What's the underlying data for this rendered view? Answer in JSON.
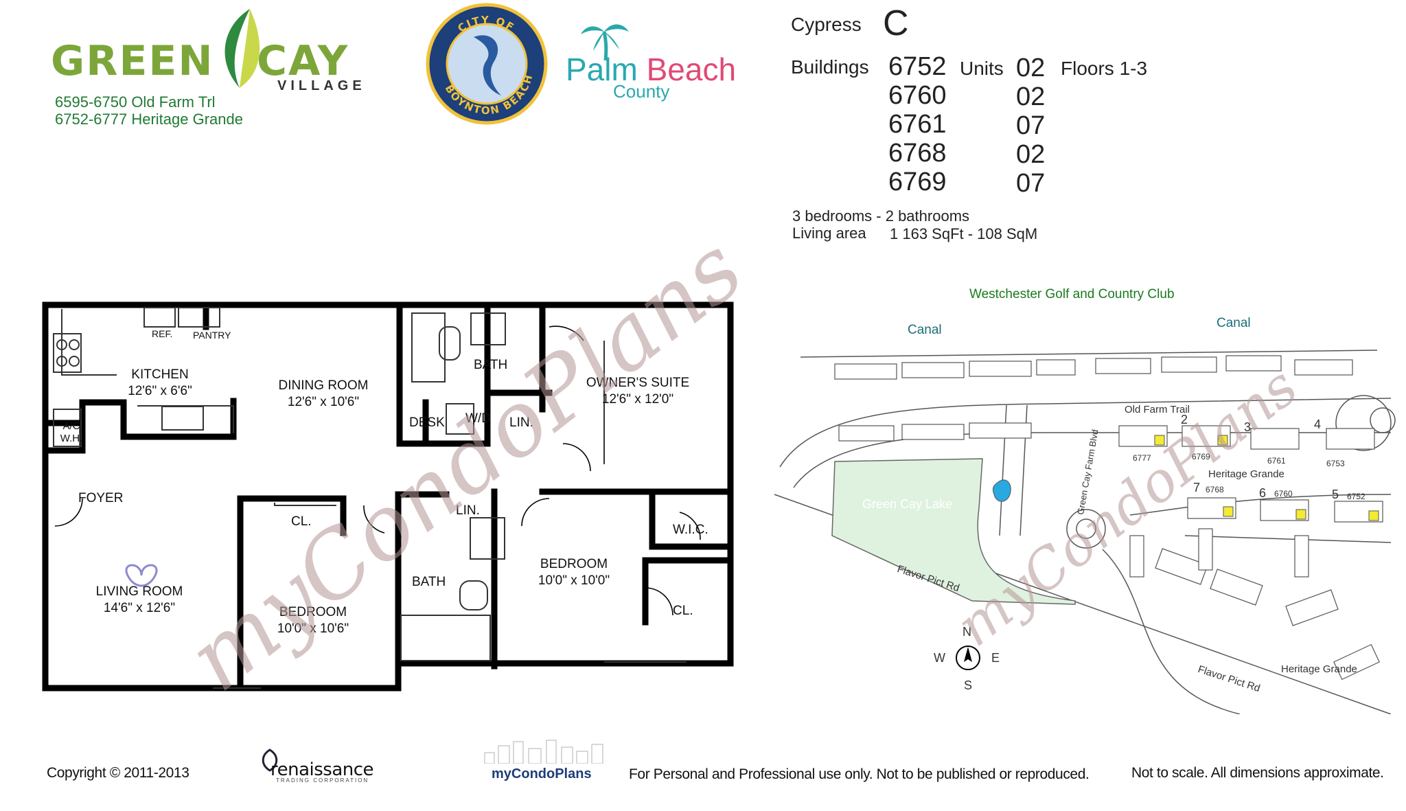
{
  "branding": {
    "logo_left": "GREEN",
    "logo_right": "CAY",
    "logo_sub": "VILLAGE",
    "address_line1": "6595-6750 Old Farm Trl",
    "address_line2": "6752-6777 Heritage Grande",
    "city_seal": "CITY OF BOYNTON BEACH",
    "pb_name_a": "Palm",
    "pb_name_b": "Beach",
    "pb_county": "County"
  },
  "unit_info": {
    "model_label": "Cypress",
    "model_letter": "C",
    "buildings_label": "Buildings",
    "units_label": "Units",
    "floors_label": "Floors 1-3",
    "rows": [
      {
        "building": "6752",
        "units": "02"
      },
      {
        "building": "6760",
        "units": "02"
      },
      {
        "building": "6761",
        "units": "07"
      },
      {
        "building": "6768",
        "units": "02"
      },
      {
        "building": "6769",
        "units": "07"
      }
    ],
    "bed_bath": "3 bedrooms - 2 bathrooms",
    "living_area_label": "Living area",
    "living_area_value": "1 163 SqFt - 108 SqM"
  },
  "floorplan": {
    "kitchen": {
      "name": "KITCHEN",
      "dim": "12'6\" x 6'6\""
    },
    "dining": {
      "name": "DINING ROOM",
      "dim": "12'6\" x 10'6\""
    },
    "bath1": "BATH",
    "owners": {
      "name": "OWNER'S SUITE",
      "dim": "12'6\" x 12'0\""
    },
    "desk": "DESK",
    "wd": "W/D",
    "lin1": "LIN.",
    "ref": "REF.",
    "pantry": "PANTRY",
    "acwh1": "A/C",
    "acwh2": "W.H.",
    "foyer": "FOYER",
    "cl1": "CL.",
    "lin2": "LIN.",
    "wic": "W.I.C.",
    "living": {
      "name": "LIVING ROOM",
      "dim": "14'6\" x 12'6\""
    },
    "bedroom1": {
      "name": "BEDROOM",
      "dim": "10'0\" x 10'6\""
    },
    "bath2": "BATH",
    "bedroom2": {
      "name": "BEDROOM",
      "dim": "10'0\" x 10'0\""
    },
    "cl2": "CL."
  },
  "siteplan": {
    "club": "Westchester Golf and Country Club",
    "canal_left": "Canal",
    "canal_right": "Canal",
    "old_farm": "Old Farm Trail",
    "heritage_top": "Heritage Grande",
    "heritage_bottom": "Heritage Grande",
    "lake": "Green Cay Lake",
    "flavor_top": "Flavor Pict Rd",
    "flavor_bottom": "Flavor Pict Rd",
    "green_cay_blvd": "Green Cay Farm Blvd",
    "bldg_labels": [
      {
        "n": "2",
        "addr": "6769"
      },
      {
        "n": "3",
        "addr": "6761"
      },
      {
        "n": "4",
        "addr": "6753"
      },
      {
        "n": "7",
        "addr": "6768"
      },
      {
        "n": "6",
        "addr": "6760"
      },
      {
        "n": "5",
        "addr": "6752"
      }
    ],
    "addr_6777": "6777",
    "compass_n": "N",
    "compass_s": "S",
    "compass_e": "E",
    "compass_w": "W"
  },
  "footer": {
    "copyright": "Copyright © 2011-2013",
    "renaissance": "renaissance",
    "renaissance_sub": "TRADING CORPORATION",
    "mycondoplans": "myCondoPlans",
    "personal": "For Personal and Professional use only.  Not to be published or reproduced.",
    "scale": "Not to scale.  All dimensions approximate."
  },
  "watermark": "myCondoPlans",
  "colors": {
    "logo_green": "#7da63a",
    "address_green": "#1f7a34",
    "teal": "#27a9b1",
    "pink": "#e04a75",
    "lake": "#dff2df",
    "highlight": "#f4ea34"
  }
}
